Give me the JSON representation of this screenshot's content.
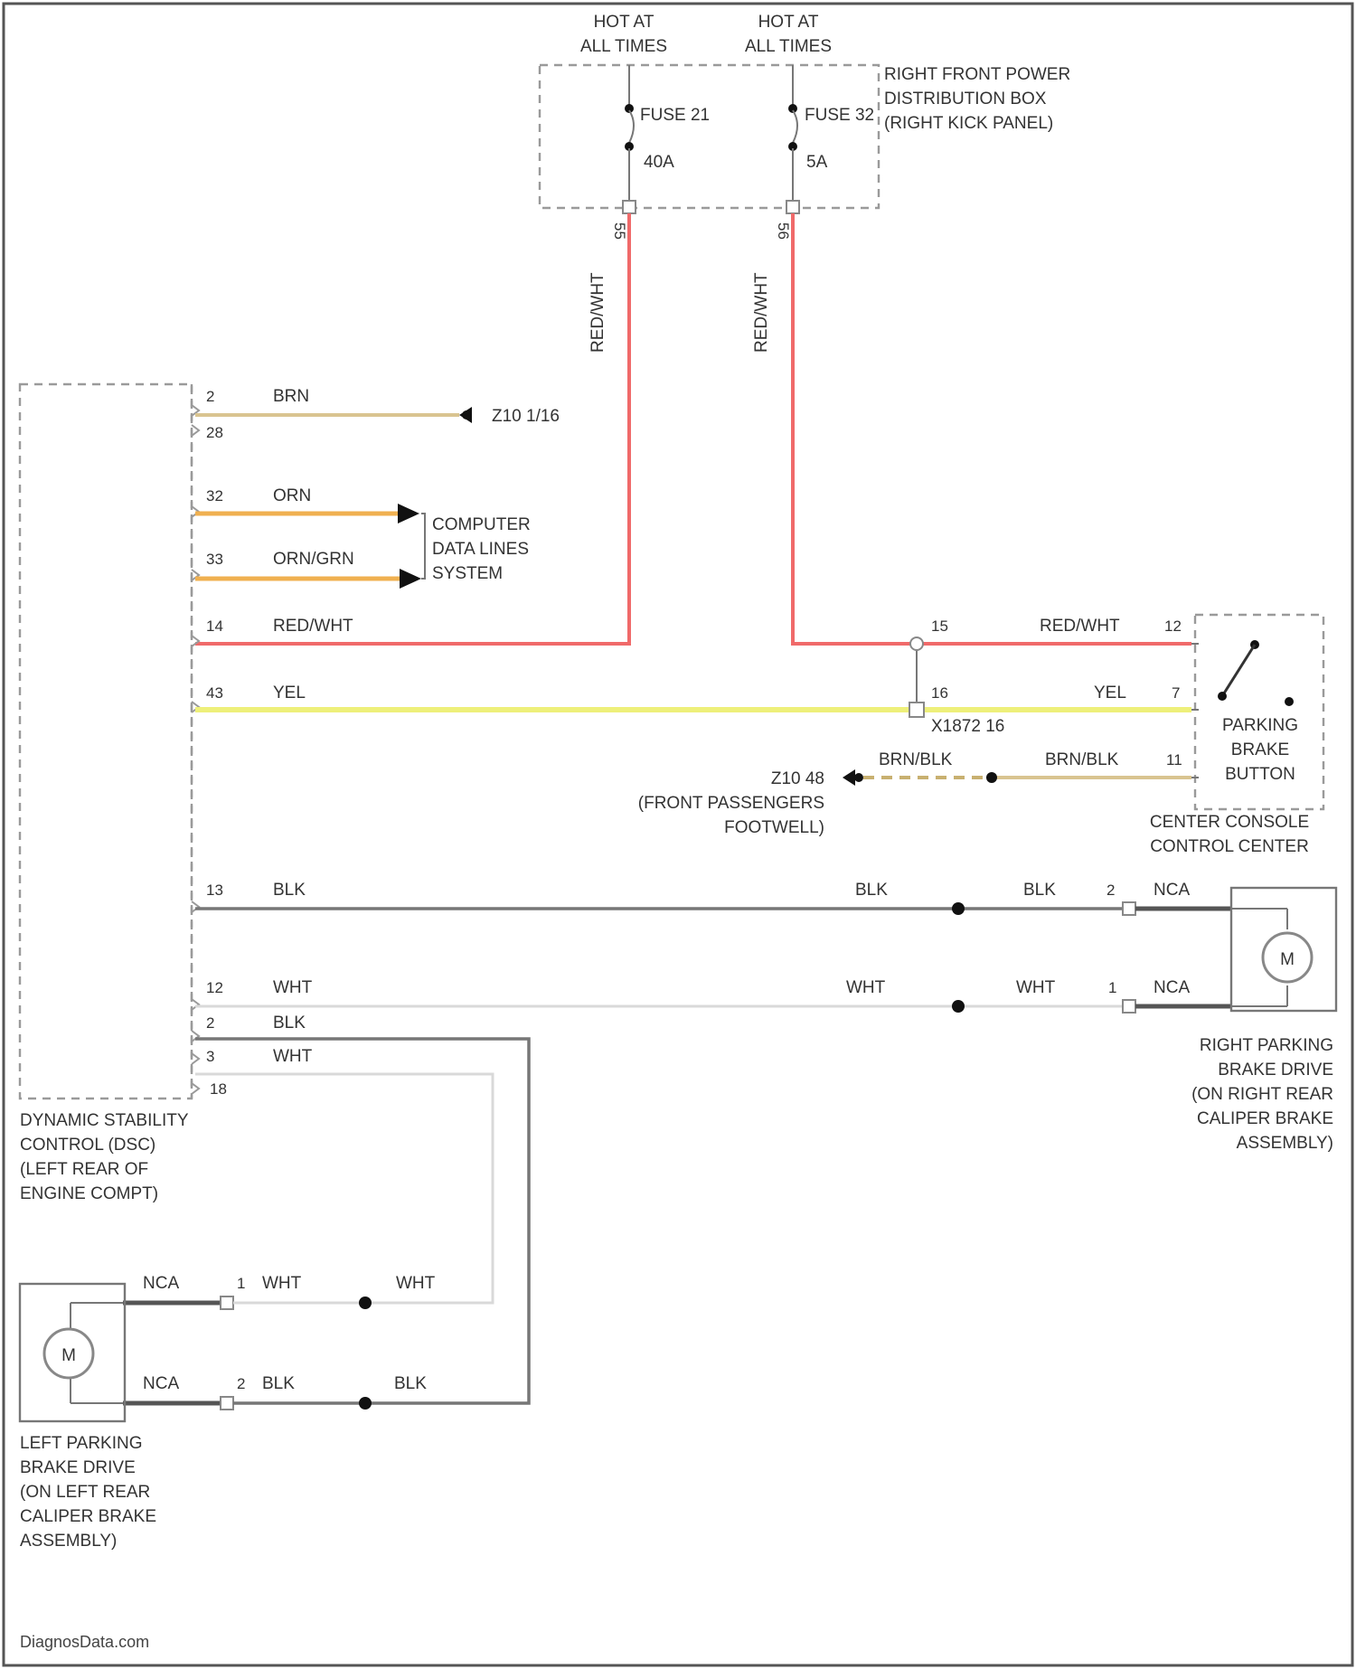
{
  "hot_at_all_times": [
    "HOT AT",
    "ALL TIMES"
  ],
  "fuses": [
    {
      "name": "FUSE 21",
      "rating": "40A",
      "pin": "55"
    },
    {
      "name": "FUSE 32",
      "rating": "5A",
      "pin": "56"
    }
  ],
  "power_box": [
    "RIGHT FRONT POWER",
    "DISTRIBUTION BOX",
    "(RIGHT KICK PANEL)"
  ],
  "vertical_wires": [
    "RED/WHT",
    "RED/WHT"
  ],
  "dsc_pins": {
    "brn_top": "2",
    "brn_bottom": "28",
    "orn": "32",
    "orn_grn": "33",
    "red_wht": "14",
    "yel": "43",
    "blk_right": "13",
    "wht_right": "12",
    "blk_left": "2",
    "wht_left": "3",
    "bottom": "18"
  },
  "wire_colors": {
    "brn": "BRN",
    "orn": "ORN",
    "orn_grn": "ORN/GRN",
    "red_wht": "RED/WHT",
    "yel": "YEL",
    "blk": "BLK",
    "wht": "WHT",
    "brn_blk": "BRN/BLK",
    "red_wht_short": "RED/WHT",
    "nca": "NCA"
  },
  "ground_z10_1": "Z10 1/16",
  "computer_data_lines": [
    "COMPUTER",
    "DATA LINES",
    "SYSTEM"
  ],
  "splice_pins": {
    "red_wht_15": "15",
    "yel_16": "16",
    "x1872": "X1872 16"
  },
  "button_pins": {
    "red_wht": "12",
    "yel": "7",
    "brn_blk": "11"
  },
  "ground_z10_48": [
    "Z10 48",
    "(FRONT PASSENGERS",
    "FOOTWELL)"
  ],
  "parking_brake_button": [
    "PARKING",
    "BRAKE",
    "BUTTON"
  ],
  "center_console": [
    "CENTER CONSOLE",
    "CONTROL CENTER"
  ],
  "right_drive_pins": {
    "blk": "2",
    "wht": "1"
  },
  "right_drive_label": [
    "RIGHT PARKING",
    "BRAKE DRIVE",
    "(ON RIGHT REAR",
    "CALIPER BRAKE",
    "ASSEMBLY)"
  ],
  "dsc_label": [
    "DYNAMIC STABILITY",
    "CONTROL (DSC)",
    "(LEFT REAR OF",
    "ENGINE COMPT)"
  ],
  "left_drive_pins": {
    "wht": "1",
    "blk": "2"
  },
  "left_drive_label": [
    "LEFT PARKING",
    "BRAKE DRIVE",
    "(ON LEFT REAR",
    "CALIPER BRAKE",
    "ASSEMBLY)"
  ],
  "motor_symbol": "M",
  "footer": "DiagnosData.com",
  "colors": {
    "red_wht": "#f06a6a",
    "yel": "#eef07a",
    "brn": "#d9c490",
    "orn": "#f0b050",
    "blk": "#777777",
    "wht": "#d9d9d9"
  }
}
